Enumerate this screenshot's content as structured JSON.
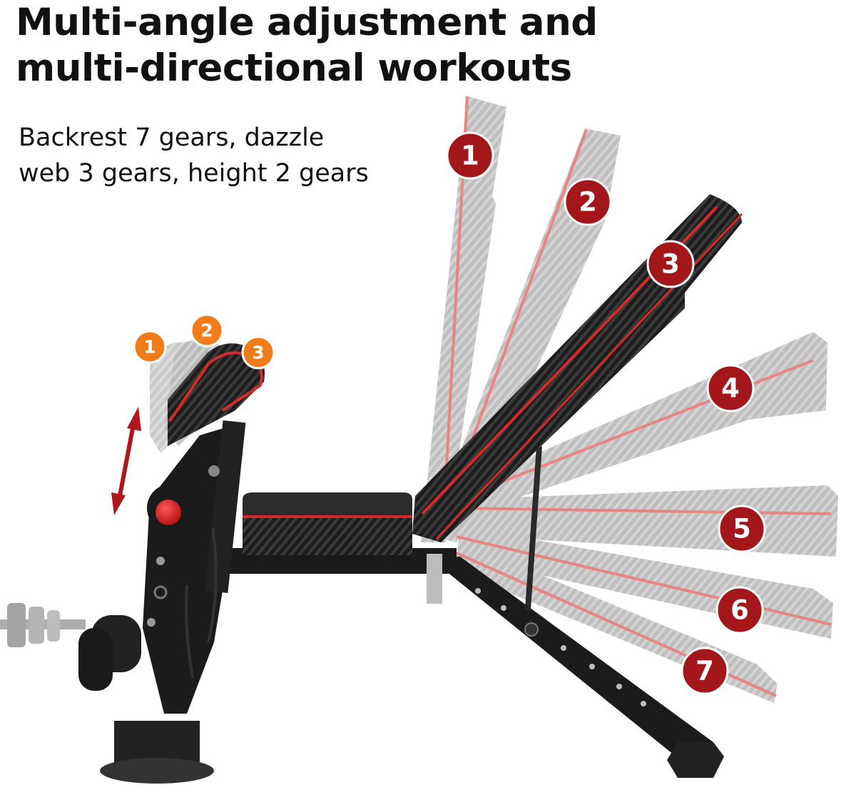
{
  "headline": {
    "line1": "Multi-angle adjustment and",
    "line2": "multi-directional workouts"
  },
  "subtitle": {
    "line1": "Backrest 7 gears, dazzle",
    "line2": "web 3 gears, height 2 gears"
  },
  "backrest_gears": [
    {
      "label": "1"
    },
    {
      "label": "2"
    },
    {
      "label": "3"
    },
    {
      "label": "4"
    },
    {
      "label": "5"
    },
    {
      "label": "6"
    },
    {
      "label": "7"
    }
  ],
  "leg_gears": [
    {
      "label": "1"
    },
    {
      "label": "2"
    },
    {
      "label": "3"
    }
  ],
  "colors": {
    "text": "#111111",
    "badge_red": "#a3161a",
    "badge_orange": "#f07d1a",
    "accent_red": "#d42a2a",
    "frame_black": "#1b1b1b",
    "ghost_gray": "#b9b9b9"
  }
}
